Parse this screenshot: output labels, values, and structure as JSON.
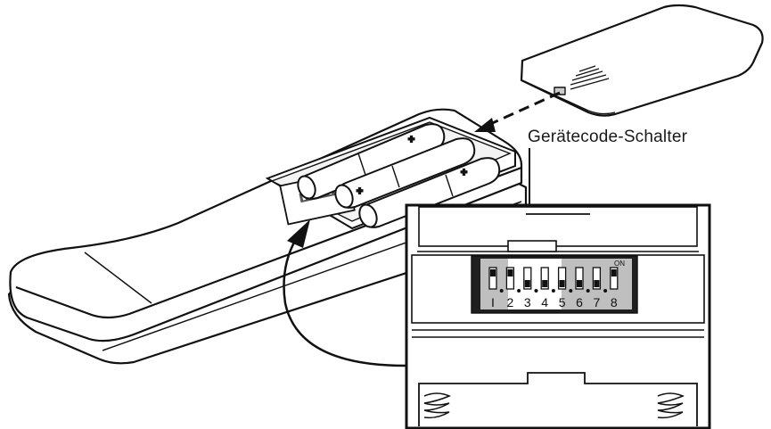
{
  "callout_label": "Gerätecode-Schalter",
  "dip_switch": {
    "corner_label": "ON",
    "switches": [
      {
        "label": "I",
        "position": "up"
      },
      {
        "label": "2",
        "position": "up"
      },
      {
        "label": "3",
        "position": "down"
      },
      {
        "label": "4",
        "position": "down"
      },
      {
        "label": "5",
        "position": "down"
      },
      {
        "label": "6",
        "position": "down"
      },
      {
        "label": "7",
        "position": "down"
      },
      {
        "label": "8",
        "position": "up"
      }
    ]
  },
  "battery_polarity_mark": "+"
}
